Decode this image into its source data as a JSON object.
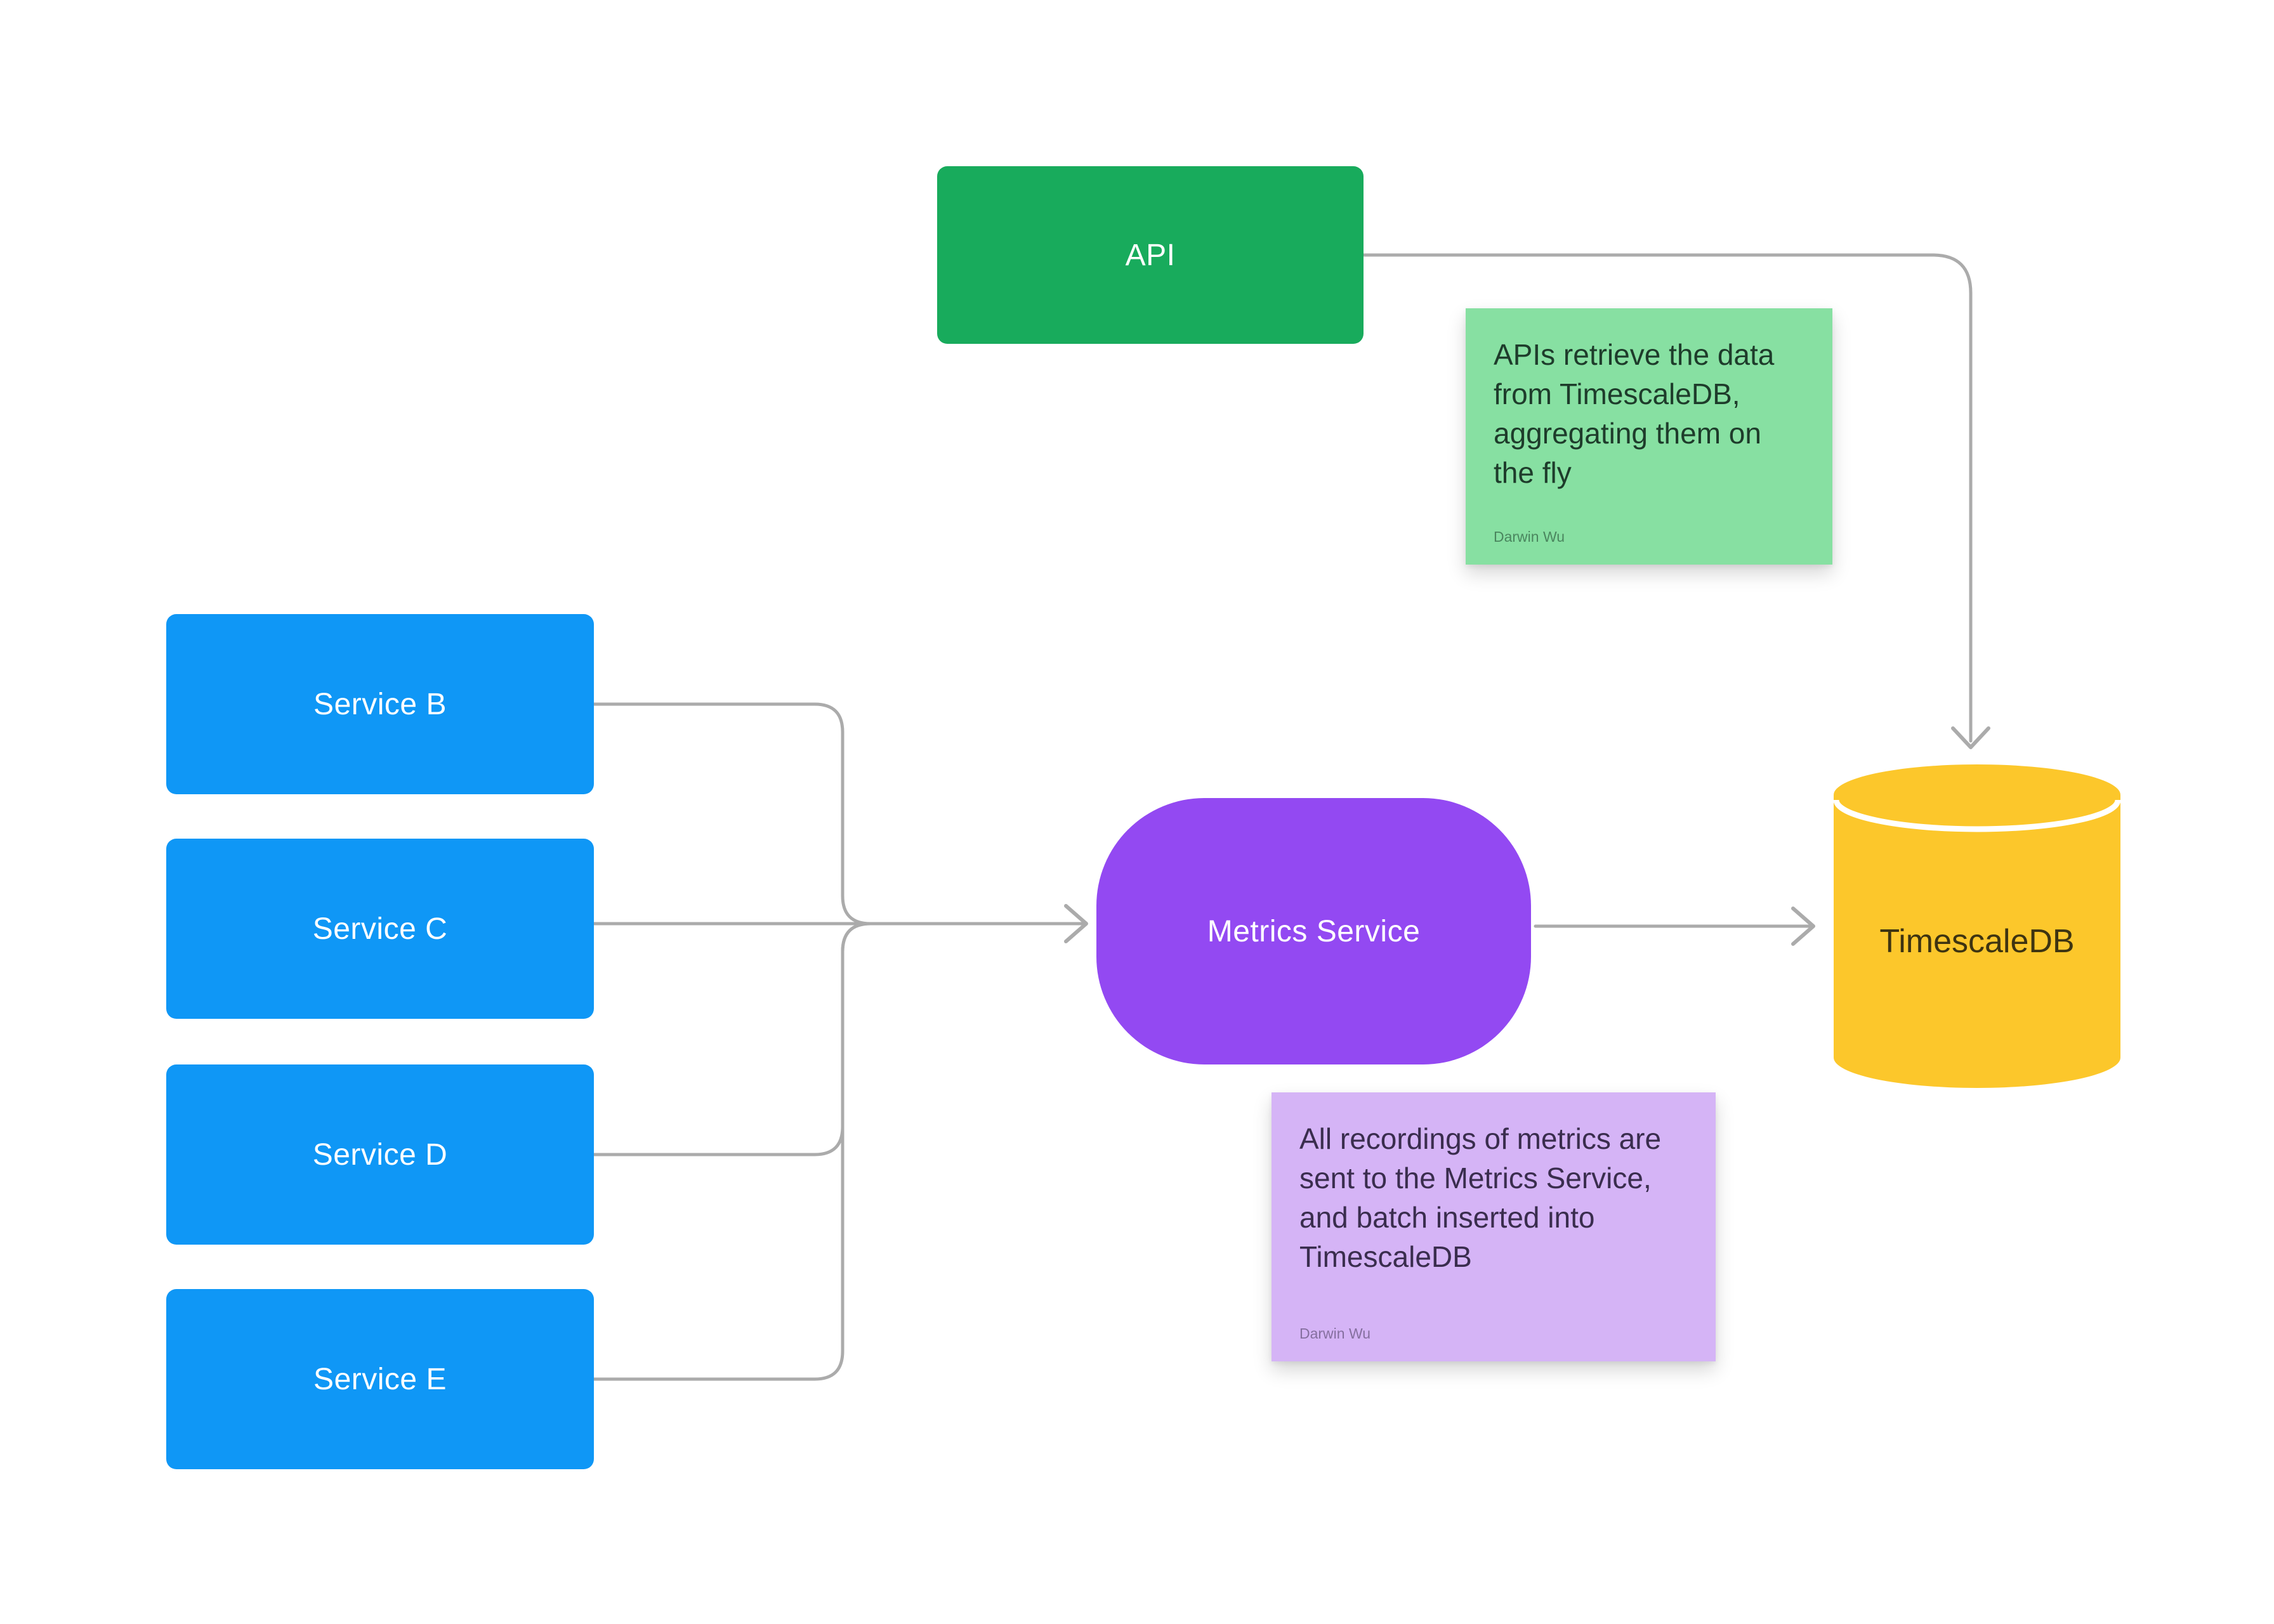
{
  "diagram": {
    "background": "#ffffff",
    "connector_color": "#ababab"
  },
  "nodes": {
    "api": {
      "label": "API",
      "color": "#18ab5c",
      "text_color": "#ffffff",
      "shape": "rectangle"
    },
    "services": [
      {
        "label": "Service B",
        "color": "#0f97f6",
        "text_color": "#ffffff",
        "shape": "rectangle"
      },
      {
        "label": "Service C",
        "color": "#0f97f6",
        "text_color": "#ffffff",
        "shape": "rectangle"
      },
      {
        "label": "Service D",
        "color": "#0f97f6",
        "text_color": "#ffffff",
        "shape": "rectangle"
      },
      {
        "label": "Service E",
        "color": "#0f97f6",
        "text_color": "#ffffff",
        "shape": "rectangle"
      }
    ],
    "metrics": {
      "label": "Metrics Service",
      "color": "#9349f2",
      "text_color": "#ffffff",
      "shape": "rounded"
    },
    "db": {
      "label": "TimescaleDB",
      "color": "#fcc72b",
      "text_color": "#3e3411",
      "shape": "cylinder"
    }
  },
  "edges": [
    {
      "from": "Service B",
      "to": "Metrics Service"
    },
    {
      "from": "Service C",
      "to": "Metrics Service"
    },
    {
      "from": "Service D",
      "to": "Metrics Service"
    },
    {
      "from": "Service E",
      "to": "Metrics Service"
    },
    {
      "from": "Metrics Service",
      "to": "TimescaleDB"
    },
    {
      "from": "API",
      "to": "TimescaleDB"
    }
  ],
  "notes": {
    "api_note": {
      "text": "APIs retrieve the data\nfrom TimescaleDB,\naggregating them on\nthe fly",
      "author": "Darwin Wu",
      "bg": "#87e0a2",
      "text_color": "#1e3c2b"
    },
    "metrics_note": {
      "text": "All recordings of metrics are\nsent to the Metrics Service,\nand batch inserted into\nTimescaleDB",
      "author": "Darwin Wu",
      "bg": "#d5b4f6",
      "text_color": "#3a2d4e"
    }
  }
}
